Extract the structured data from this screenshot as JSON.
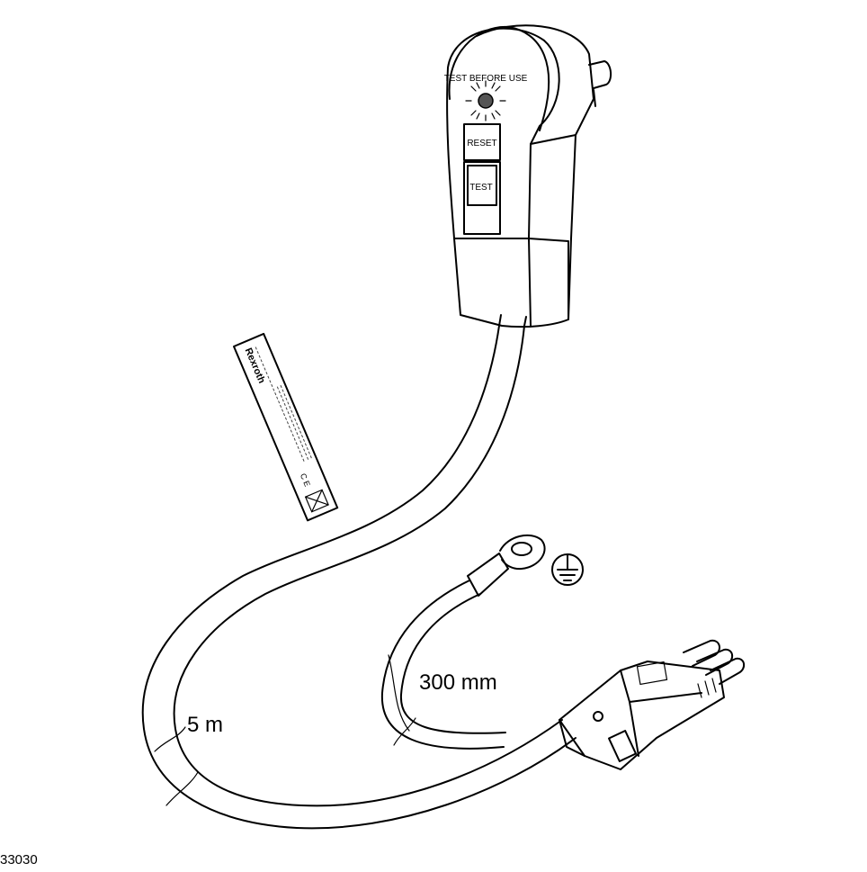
{
  "device": {
    "top_label": "TEST BEFORE USE",
    "reset_label": "RESET",
    "test_label": "TEST"
  },
  "tag": {
    "brand": "Rexroth"
  },
  "dimensions": {
    "main_cable": "5 m",
    "ground_lead": "300 mm"
  },
  "figure_number": "33030",
  "icons": [
    "ground-symbol-icon",
    "ce-mark-icon",
    "weee-bin-icon"
  ],
  "colors": {
    "line": "#000000",
    "background": "#ffffff",
    "led": "#555555"
  }
}
